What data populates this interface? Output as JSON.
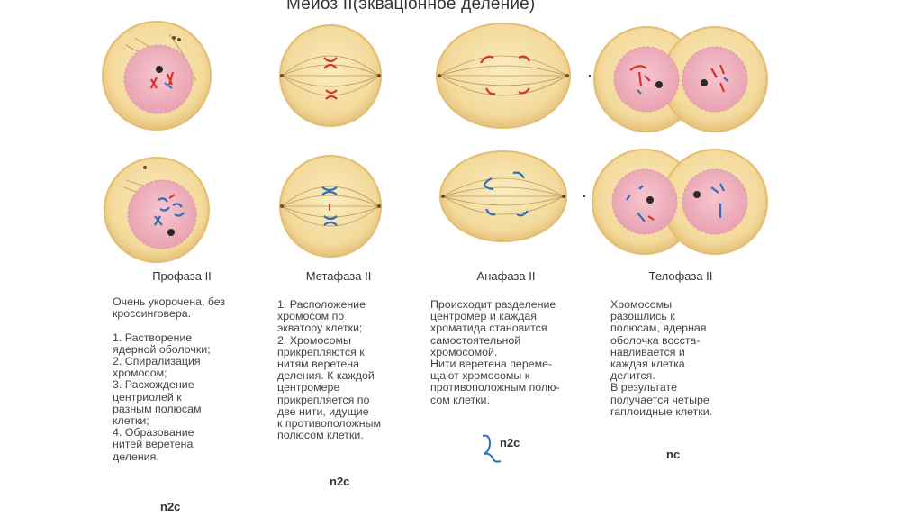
{
  "title": "Мейоз II(экваціонное деление)",
  "columns": [
    {
      "phase": "Профаза II",
      "description": "Очень укорочена, без\nкроссинговера.\n\n1. Растворение\nядерной оболочки;\n2. Спирализация\nхромосом;\n3. Расхождение\nцентриолей к\nразным полюсам\nклетки;\n4. Образование\nнитей веретена\nделения.",
      "formula": "n2c"
    },
    {
      "phase": "Метафаза II",
      "description": "1. Расположение\nхромосом по\nэкватору клетки;\n2. Хромосомы\nприкрепляются к\nнитям веретена\nделения. К каждой\nцентромере\nприкрепляется по\nдве нити, идущие\nк противоположным\nполюсом клетки.",
      "formula": "n2c"
    },
    {
      "phase": "Анафаза II",
      "description": "Происходит разделение\nцентромер и каждая\nхроматида становится\nсамостоятельной\nхромосомой.\nНити веретена переме-\nщают хромосомы к\nпротивоположным полю-\nсом клетки.",
      "formula": "n2c"
    },
    {
      "phase": "Телофаза II",
      "description": "Хромосомы\nразошлись к\nполюсам, ядерная\nоболочка восста-\nнавливается и\nкаждая клетка\nделится.\nВ результате\nполучается четыре\nгаплоидные клетки.",
      "formula": "nc"
    }
  ],
  "colors": {
    "cytoplasm": "#f3d99a",
    "cell_edge": "#e2bd72",
    "nucleus": "#eeb0bd",
    "chromosome_red": "#d8322a",
    "chromosome_blue": "#2f6fb8",
    "spindle": "#b69a5c"
  }
}
